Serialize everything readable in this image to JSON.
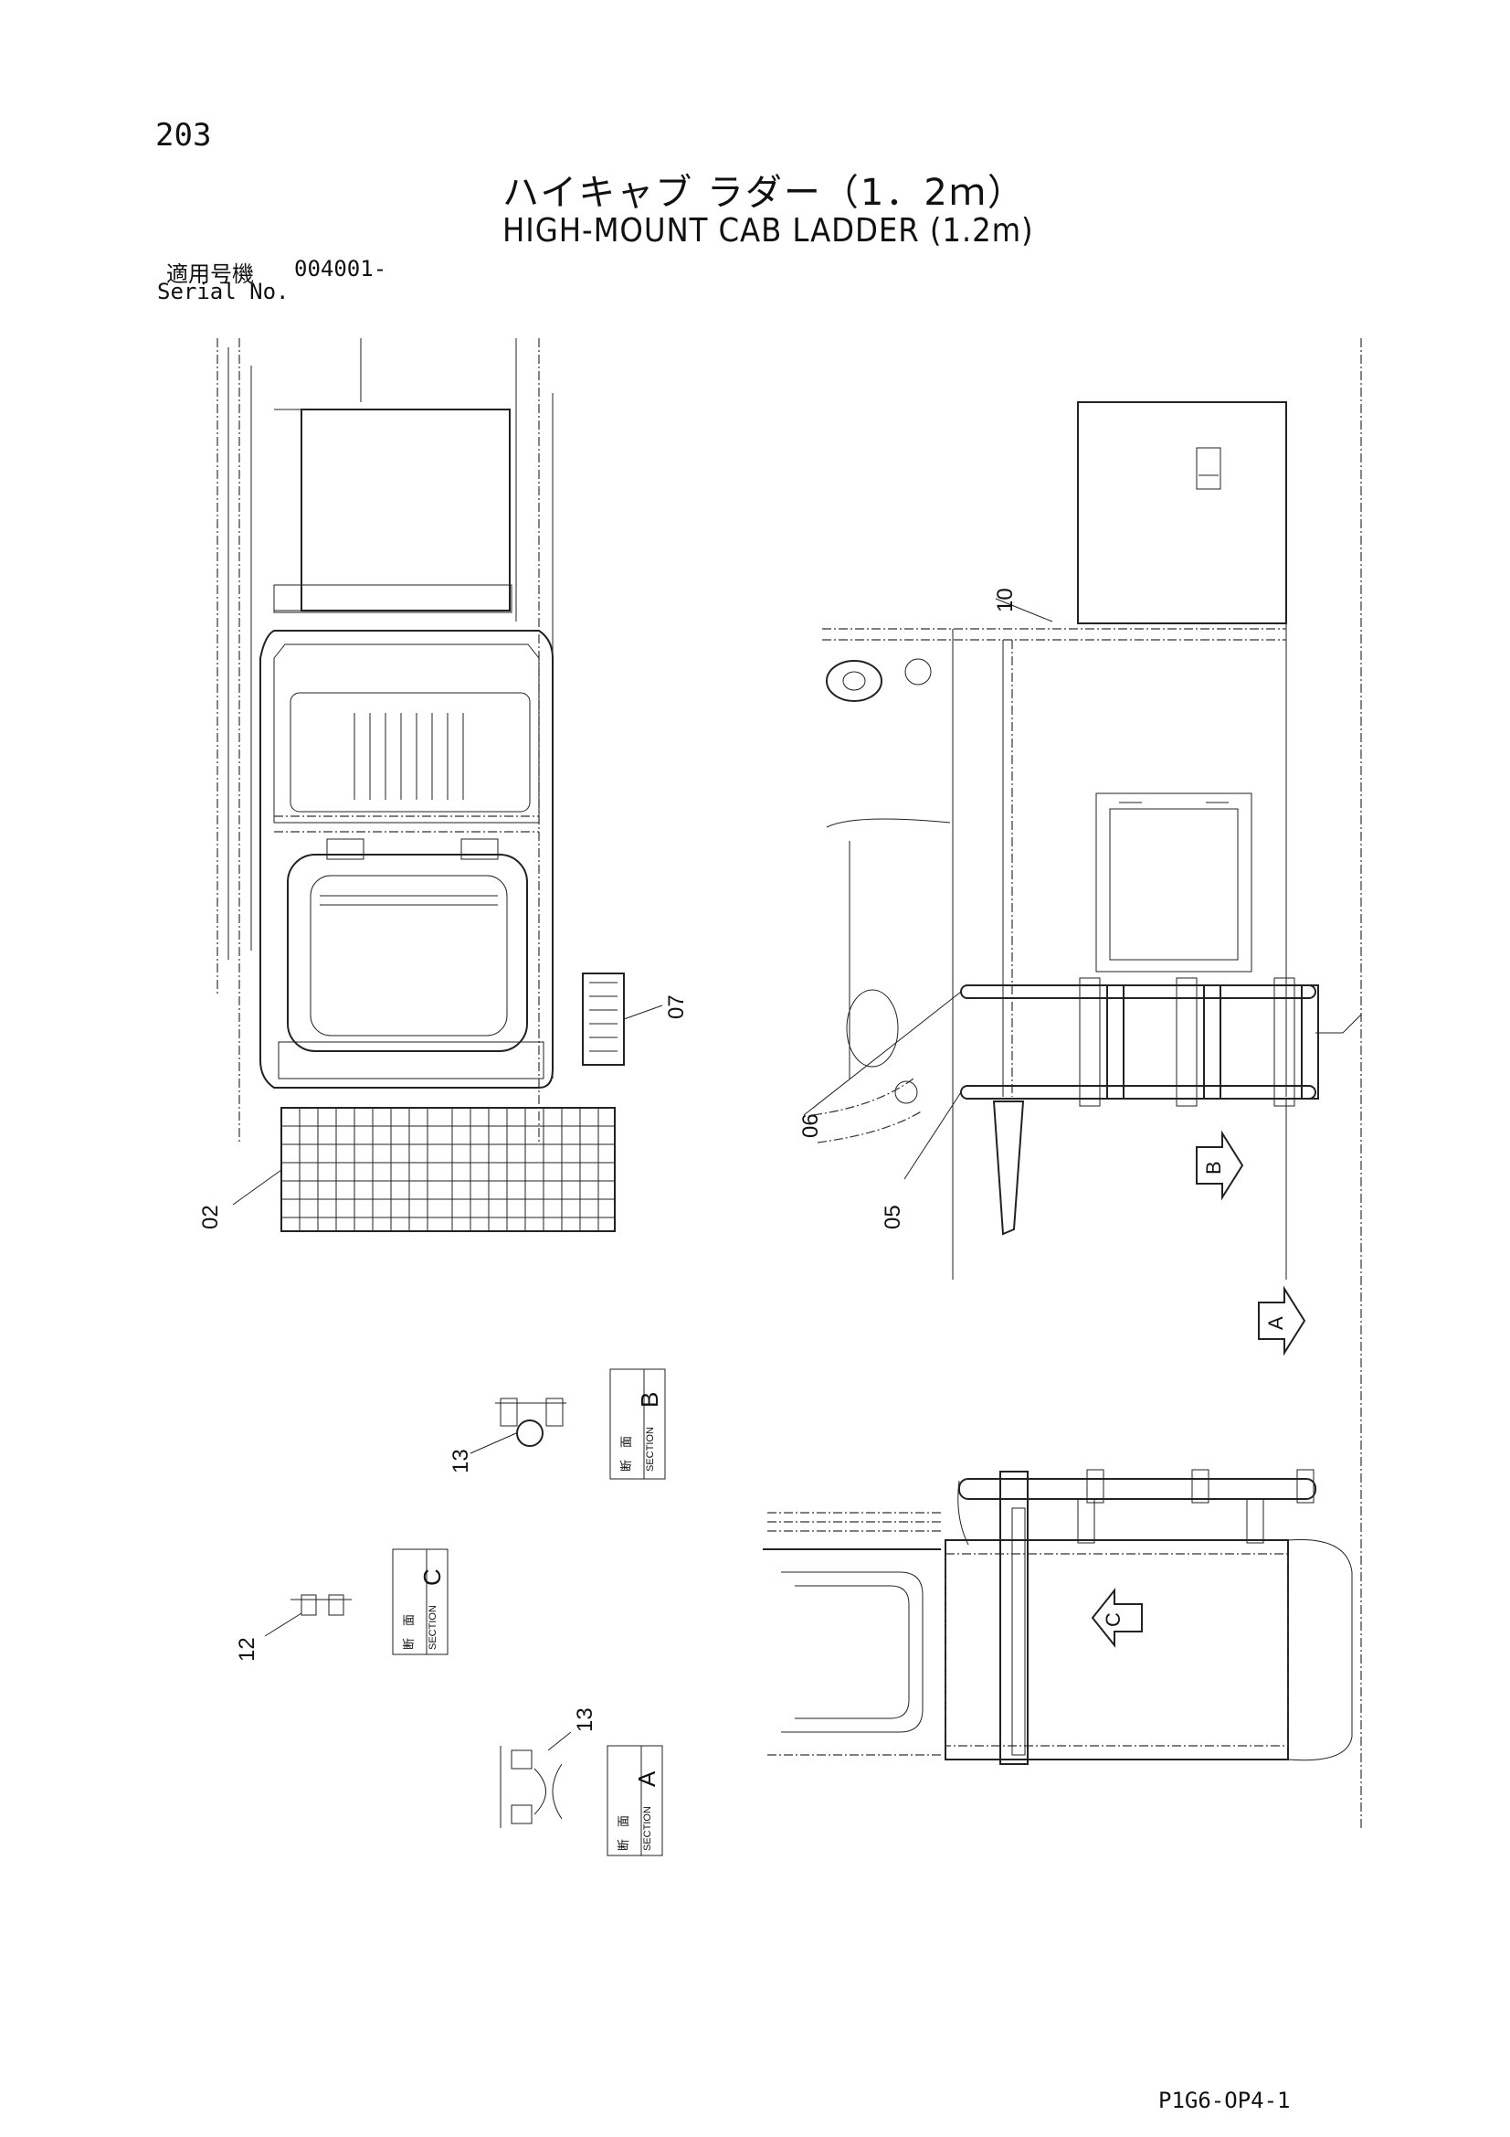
{
  "page_number": "203",
  "title_ja": "ハイキャブ ラダー（1．2ｍ）",
  "title_en": "HIGH-MOUNT CAB LADDER (1.2m)",
  "serial": {
    "label_ja": "適用号機",
    "label_en": "Serial No.",
    "value": "004001-"
  },
  "doc_code": "P1G6-OP4-1",
  "part_labels": {
    "p02": "02",
    "p05": "05",
    "p06": "06",
    "p07": "07",
    "p10": "10",
    "p12": "12",
    "p13a": "13",
    "p13b": "13"
  },
  "view_arrows": {
    "a": "A",
    "b": "B",
    "c": "C"
  },
  "sections": {
    "a": {
      "ja": "断　面",
      "en": "SECTION",
      "letter": "A"
    },
    "b": {
      "ja": "断　面",
      "en": "SECTION",
      "letter": "B"
    },
    "c": {
      "ja": "断　面",
      "en": "SECTION",
      "letter": "C"
    }
  }
}
